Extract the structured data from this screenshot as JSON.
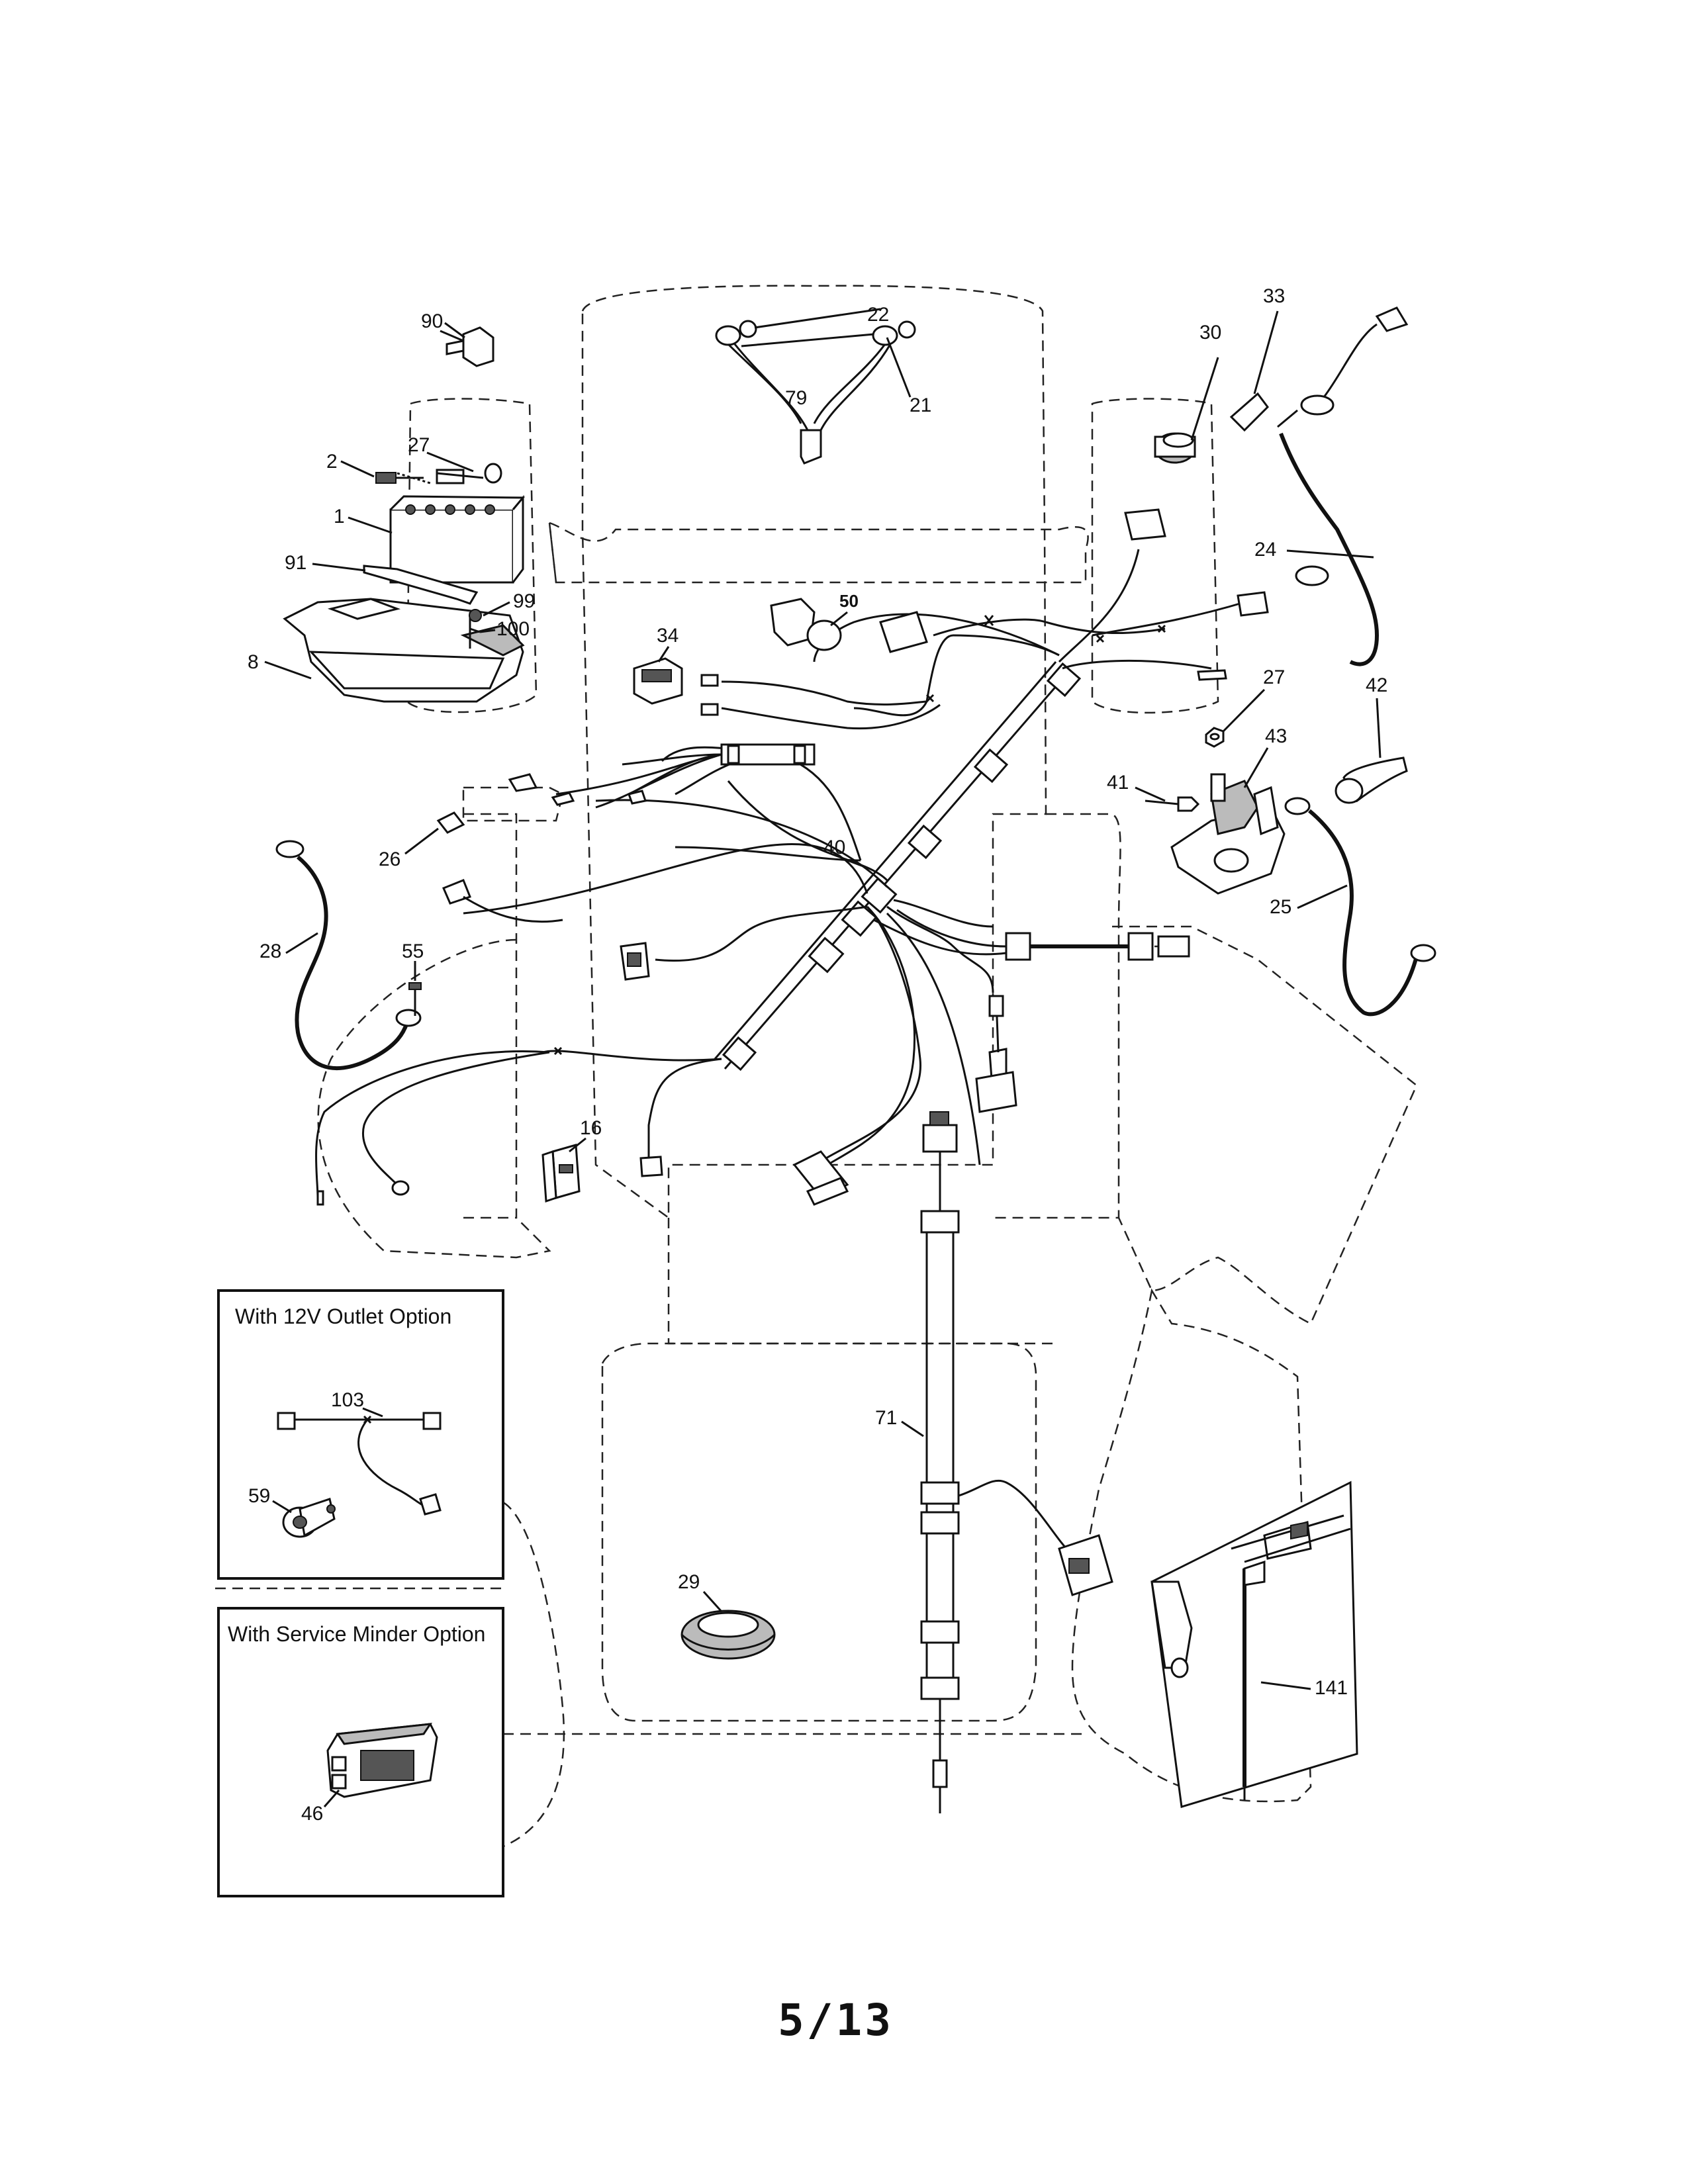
{
  "page_number": "5/13",
  "inset_boxes": {
    "outlet_option": {
      "title": "With 12V Outlet Option"
    },
    "service_minder_option": {
      "title": "With Service Minder Option"
    }
  },
  "callouts": {
    "c90": "90",
    "c22": "22",
    "c79": "79",
    "c21": "21",
    "c30": "30",
    "c33": "33",
    "c2": "2",
    "c27a": "27",
    "c1": "1",
    "c91": "91",
    "c99": "99",
    "c100": "100",
    "c8": "8",
    "c34": "34",
    "c50": "50",
    "c24": "24",
    "c27b": "27",
    "c42": "42",
    "c43": "43",
    "c41": "41",
    "c26": "26",
    "c40": "40",
    "c25": "25",
    "c28": "28",
    "c55": "55",
    "c16": "16",
    "c103": "103",
    "c59": "59",
    "c71": "71",
    "c29": "29",
    "c141": "141",
    "c46": "46"
  }
}
